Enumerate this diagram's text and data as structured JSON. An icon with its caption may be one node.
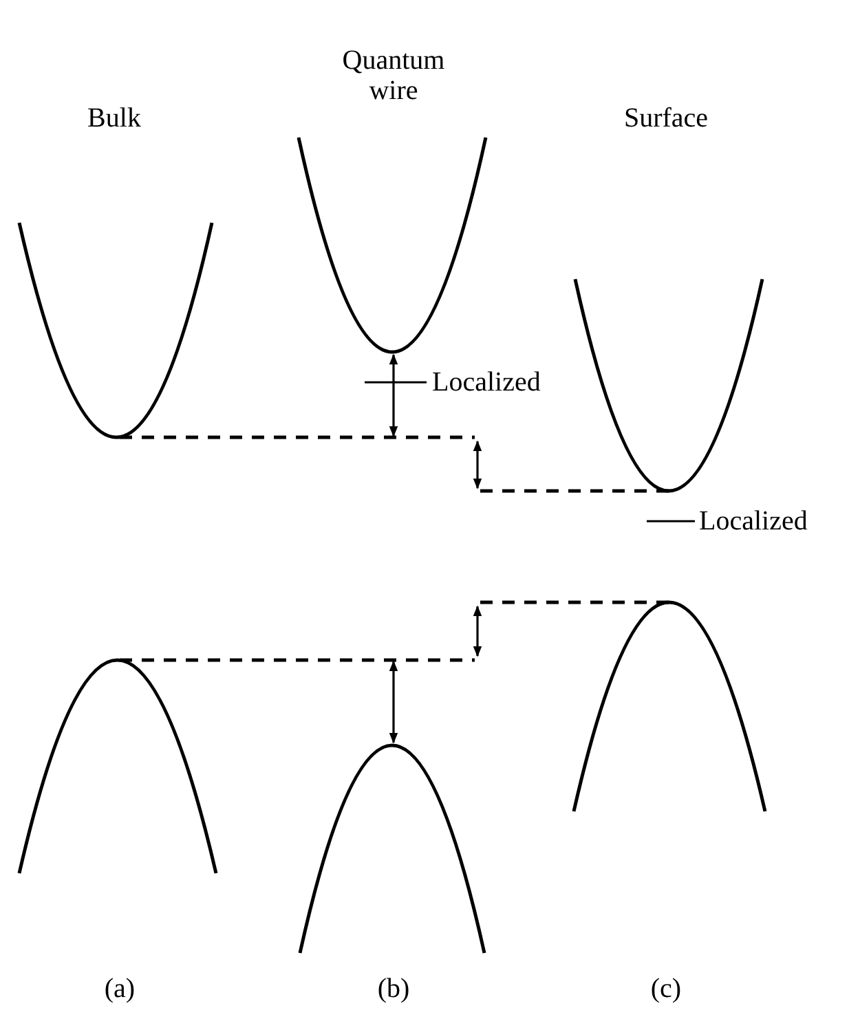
{
  "diagram": {
    "labels": [
      "Bulk",
      "Quantum wire",
      "Surface",
      "Localized",
      "Localized",
      "(a)",
      "(b)",
      "(c)"
    ]
  }
}
